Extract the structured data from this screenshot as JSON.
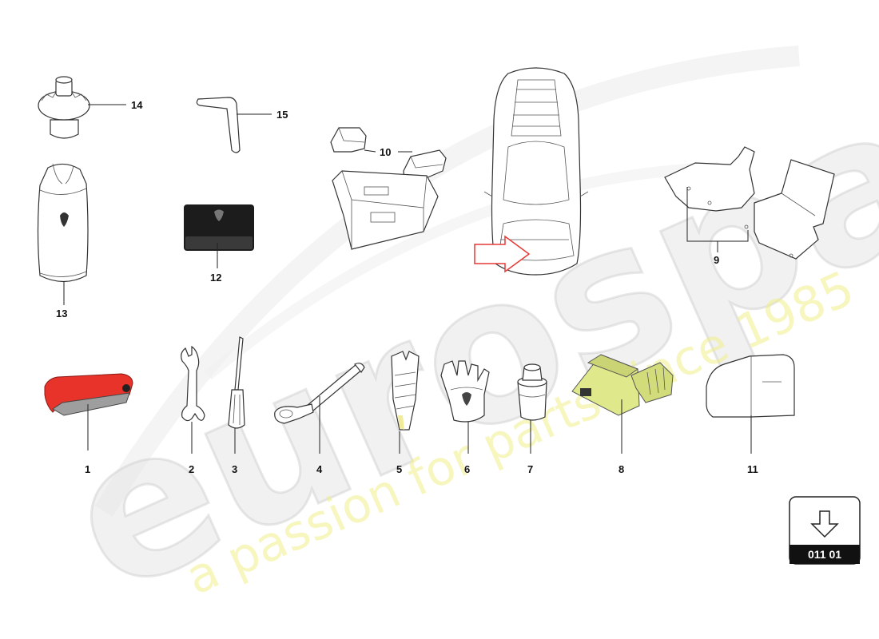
{
  "watermark": {
    "brand": "eurospares",
    "tagline": "a passion for parts since 1985"
  },
  "callouts": {
    "c1": "1",
    "c2": "2",
    "c3": "3",
    "c4": "4",
    "c5": "5",
    "c6": "6",
    "c7": "7",
    "c8": "8",
    "c9": "9",
    "c10": "10",
    "c11": "11",
    "c12": "12",
    "c13": "13",
    "c14": "14",
    "c15": "15"
  },
  "page_badge": {
    "label": "011 01",
    "icon": "down-arrow-icon"
  },
  "colors": {
    "warning_triangle_case": "#e8332a",
    "tool_kit_box": "#dfe88a",
    "locator_arrow": "#e53935",
    "badge_bar": "#111111"
  }
}
